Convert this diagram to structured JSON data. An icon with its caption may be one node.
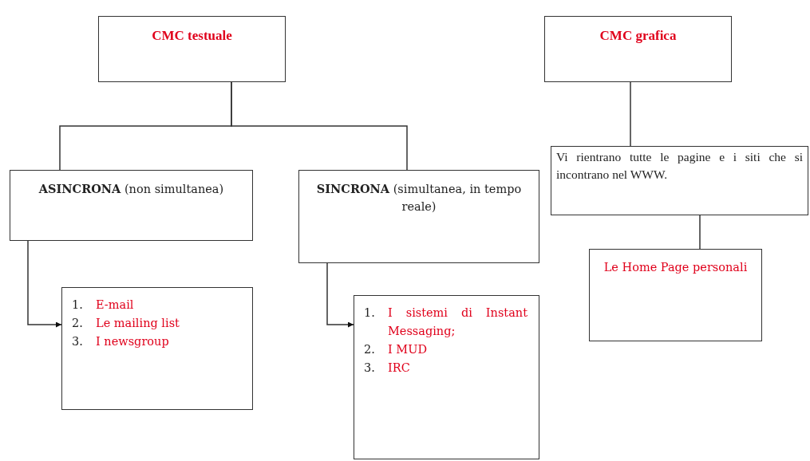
{
  "diagram": {
    "nodes": [
      {
        "text": [
          "CMC testuale"
        ]
      },
      {
        "text": [
          "CMC grafica"
        ]
      },
      {
        "text": [
          "**ASINCRONA** (non simultanea)"
        ]
      },
      {
        "text": [
          "**SINCRONA** (simultanea, in tempo reale)"
        ]
      },
      {
        "text": [
          "1.",
          "E-mail",
          "2.",
          "Le mailing list",
          "3.",
          "I newsgroup"
        ]
      },
      {
        "text": [
          "1.",
          "I sistemi di Instant Messaging;",
          "2.",
          "I MUD",
          "3.",
          "IRC"
        ]
      },
      {
        "text": [
          "Vi rientrano tutte le pagine e i siti che si incontrano nel WWW."
        ]
      },
      {
        "text": [
          "Le Home Page personali"
        ]
      }
    ],
    "edges": [
      {
        "from": 0,
        "to": 2,
        "arrow": "none"
      },
      {
        "from": 0,
        "to": 3,
        "arrow": "none"
      },
      {
        "from": 1,
        "to": 6,
        "arrow": "none"
      },
      {
        "from": 2,
        "to": 4,
        "arrow": "to"
      },
      {
        "from": 3,
        "to": 5,
        "arrow": "to"
      },
      {
        "from": 6,
        "to": 7,
        "arrow": "none"
      }
    ]
  }
}
